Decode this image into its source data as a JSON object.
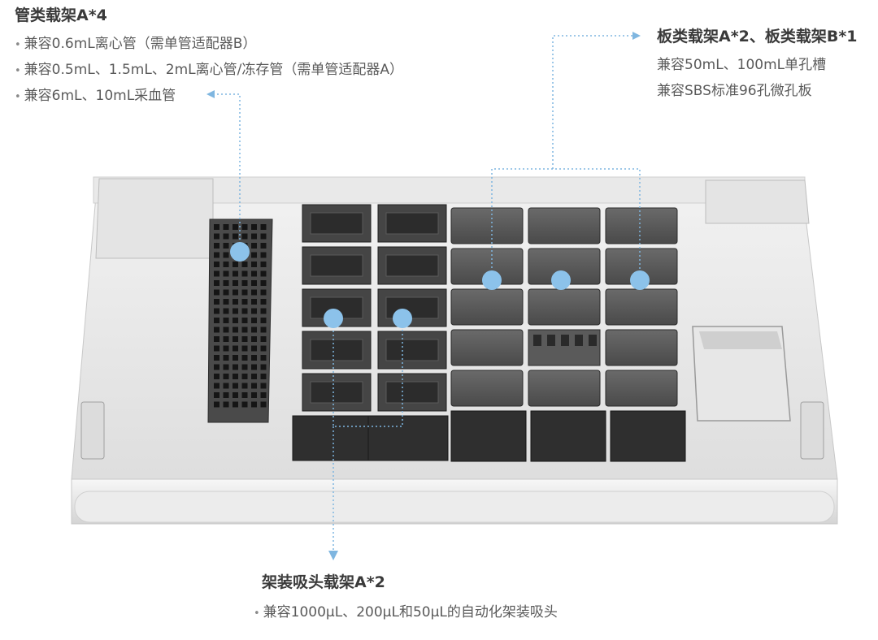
{
  "callouts": {
    "tube_rack": {
      "title": "管类载架A*4",
      "items": [
        "兼容0.6mL离心管（需单管适配器B）",
        "兼容0.5mL、1.5mL、2mL离心管/冻存管（需单管适配器A）",
        "兼容6mL、10mL采血管"
      ]
    },
    "plate_rack": {
      "title": "板类载架A*2、板类载架B*1",
      "items": [
        "兼容50mL、100mL单孔槽",
        "兼容SBS标准96孔微孔板"
      ]
    },
    "tip_rack": {
      "title": "架装吸头载架A*2",
      "items": [
        "兼容1000μL、200μL和50μL的自动化架装吸头"
      ]
    }
  },
  "colors": {
    "marker": "#8cc2ea",
    "leader": "#7fb6e0",
    "frame": "#d8d8d8",
    "rack_dark": "#3a3a3a"
  },
  "icons": {
    "bullet": "•",
    "marker": "circle-marker",
    "arrow": "arrow-head"
  }
}
